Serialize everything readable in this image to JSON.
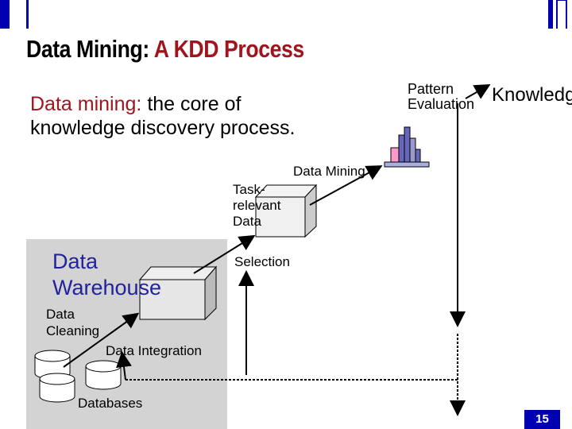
{
  "title": {
    "part1": "Data Mining:",
    "part2": "A KDD Process"
  },
  "subtitle": {
    "highlight": "Data mining:",
    "rest": "the core of knowledge discovery process."
  },
  "labels": {
    "pattern_evaluation": "Pattern Evaluation",
    "knowledge": "Knowledge",
    "data_mining": "Data Mining",
    "task_relevant_data": "Task-relevant Data",
    "selection": "Selection",
    "data_warehouse": "Data Warehouse",
    "data_cleaning": "Data Cleaning",
    "data_integration": "Data Integration",
    "databases": "Databases"
  },
  "page_number": "15",
  "colors": {
    "title_accent": "#a0141e",
    "warehouse_text": "#22229a",
    "page_badge": "#0000b0",
    "panel": "#d3d3d3"
  }
}
